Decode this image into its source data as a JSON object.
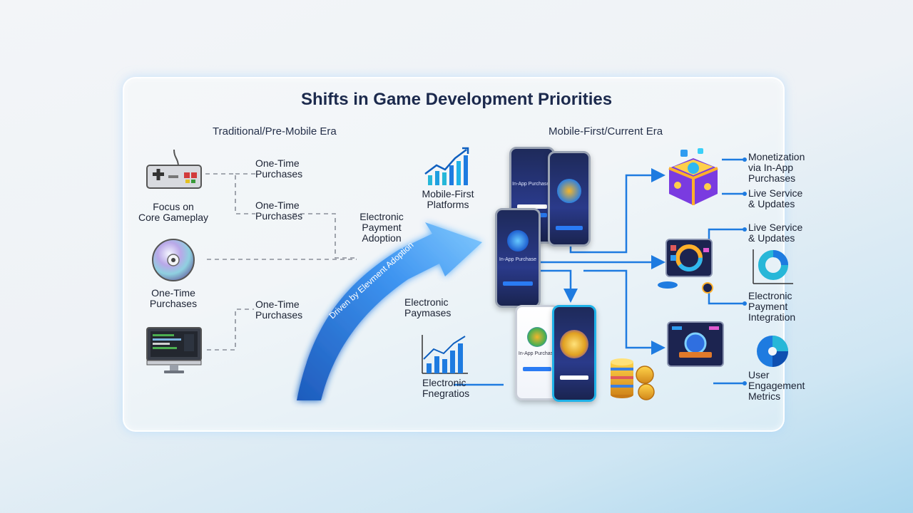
{
  "title": "Shifts in Game Development Priorities",
  "eras": {
    "left": "Traditional/Pre-Mobile Era",
    "right": "Mobile-First/Current Era"
  },
  "left_labels": {
    "focus": [
      "Focus on",
      "Core Gameplay"
    ],
    "otp_a": [
      "One-Time",
      "Purchases"
    ],
    "otp_b": [
      "One-Time",
      "Purchases"
    ],
    "otp_cd": [
      "One-Time",
      "Purchases"
    ],
    "otp_c": [
      "One-Time",
      "Purchases"
    ]
  },
  "middle_labels": {
    "epa": [
      "Electronic",
      "Payment",
      "Adoption"
    ],
    "arrow_text": "Driven by Elevment Adoption",
    "mfp": [
      "Mobile-First",
      "Platforms"
    ],
    "paymases": [
      "Electronic",
      "Paymases"
    ],
    "fnegratios": [
      "Electronic",
      "Fnegratios"
    ]
  },
  "phone_texts": {
    "p1": "In-App Purchases",
    "p2": "In-App Purchase",
    "p3": "In-App Purchase"
  },
  "right_labels": {
    "monet": [
      "Monetization",
      "via In-App",
      "Purchases"
    ],
    "live1": [
      "Live Service",
      "& Updates"
    ],
    "live2": [
      "Live Service",
      "& Updates"
    ],
    "epi": [
      "Electronic",
      "Payment",
      "Integration"
    ],
    "uem": [
      "User",
      "Engagement",
      "Metrics"
    ]
  },
  "colors": {
    "accent_blue": "#1e7be0",
    "arrow_blue": "#1a6fd8",
    "title": "#1c2a4d",
    "dash_gray": "#8a8f99"
  }
}
